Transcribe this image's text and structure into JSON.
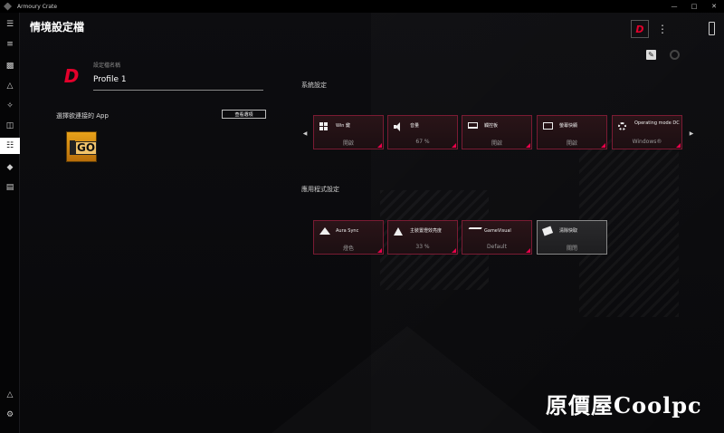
{
  "window": {
    "title": "Armoury Crate"
  },
  "page": {
    "title": "情境設定檔"
  },
  "profile": {
    "name_label": "設定檔名稱",
    "name_value": "Profile 1"
  },
  "app_select": {
    "label": "選擇欲連接的 App",
    "view_button": "查看選項"
  },
  "system_settings": {
    "title": "系統設定",
    "tiles": [
      {
        "icon": "windows-icon",
        "label": "Win 鍵",
        "value": "開啟"
      },
      {
        "icon": "speaker-icon",
        "label": "音量",
        "value": "67 %"
      },
      {
        "icon": "touchpad-icon",
        "label": "觸控板",
        "value": "開啟"
      },
      {
        "icon": "monitor-icon",
        "label": "螢幕快顯",
        "value": "開啟"
      },
      {
        "icon": "gear-icon",
        "label": "Operating mode DC",
        "value": "Windows®"
      }
    ]
  },
  "app_settings": {
    "title": "應用程式設定",
    "tiles": [
      {
        "icon": "aura-icon",
        "label": "Aura Sync",
        "value": "燈色"
      },
      {
        "icon": "gpu-icon",
        "label": "主裝置燈效亮度",
        "value": "33 %"
      },
      {
        "icon": "gamevisual-icon",
        "label": "GameVisual",
        "value": "Default"
      },
      {
        "icon": "clean-icon",
        "label": "清除快取",
        "value": "關閉"
      }
    ]
  },
  "watermark": {
    "text": "原價屋",
    "brand": "Coolpc"
  },
  "colors": {
    "accent": "#e4002b",
    "tile_border": "#7a1b33",
    "background": "#0b0b0d"
  }
}
